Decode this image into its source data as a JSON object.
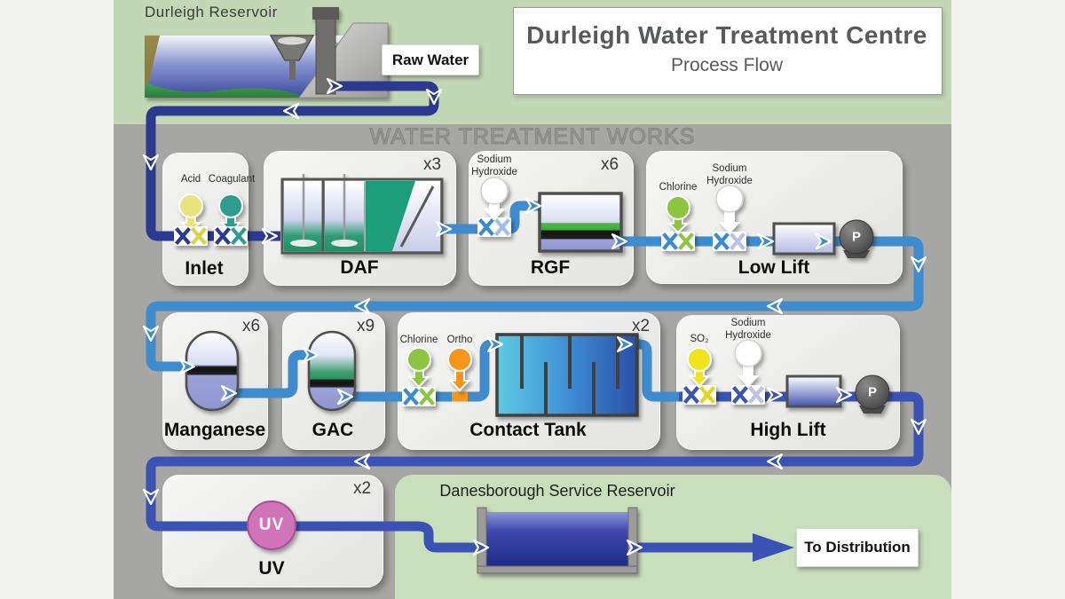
{
  "colors": {
    "background_green": "#c2d7b4",
    "panel_green": "#c9debb",
    "background_gray": "#a6a6a4",
    "letterbox": "#f1f1ef",
    "pipe_raw": "#2b3a8f",
    "pipe_treated": "#3e8bcd",
    "pipe_final": "#3a52b4",
    "chem_acid": "#e9e47e",
    "chem_coagulant": "#2d9c8e",
    "chem_chlorine": "#8cc63f",
    "chem_ortho": "#f7941d",
    "chem_so2": "#f2e41f",
    "chem_naoh": "#ffffff",
    "uv_pink": "#d173b8",
    "title_text": "#58595b",
    "banner_text": "#85867f"
  },
  "header": {
    "reservoir_label": "Durleigh Reservoir",
    "raw_water_label": "Raw Water",
    "title": "Durleigh Water Treatment Centre",
    "subtitle": "Process Flow"
  },
  "banner": "WATER TREATMENT WORKS",
  "stages": {
    "inlet": {
      "label": "Inlet",
      "chem1": "Acid",
      "chem2": "Coagulant"
    },
    "daf": {
      "label": "DAF",
      "count": "x3"
    },
    "rgf": {
      "label": "RGF",
      "count": "x6",
      "chem1": "Sodium Hydroxide"
    },
    "low_lift": {
      "label": "Low Lift",
      "chem1": "Chlorine",
      "chem2": "Sodium Hydroxide",
      "pump": "P"
    },
    "manganese": {
      "label": "Manganese",
      "count": "x6"
    },
    "gac": {
      "label": "GAC",
      "count": "x9"
    },
    "contact_tank": {
      "label": "Contact Tank",
      "count": "x2",
      "chem1": "Chlorine",
      "chem2": "Ortho"
    },
    "high_lift": {
      "label": "High Lift",
      "chem1": "SO₂",
      "chem2": "Sodium Hydroxide",
      "pump": "P"
    },
    "uv": {
      "label": "UV",
      "count": "x2",
      "unit_label": "UV"
    }
  },
  "distribution": {
    "service_reservoir_label": "Danesborough Service Reservoir",
    "to_distribution_label": "To Distribution"
  }
}
